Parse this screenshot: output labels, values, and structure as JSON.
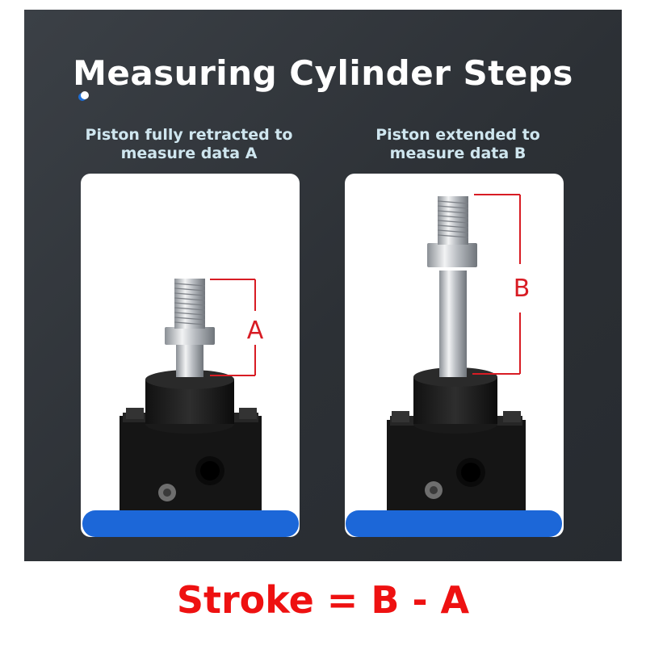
{
  "title": "Measuring Cylinder Steps",
  "left": {
    "caption_line1": "Piston fully retracted to",
    "caption_line2": "measure data A",
    "marker": "A"
  },
  "right": {
    "caption_line1": "Piston extended to",
    "caption_line2": "measure data B",
    "marker": "B"
  },
  "formula": "Stroke = B - A",
  "colors": {
    "panel": "#2f3338",
    "accent_blue": "#1c67d8",
    "marker_red": "#d81c24",
    "formula_red": "#ee1111",
    "caption": "#cfe6ef"
  }
}
